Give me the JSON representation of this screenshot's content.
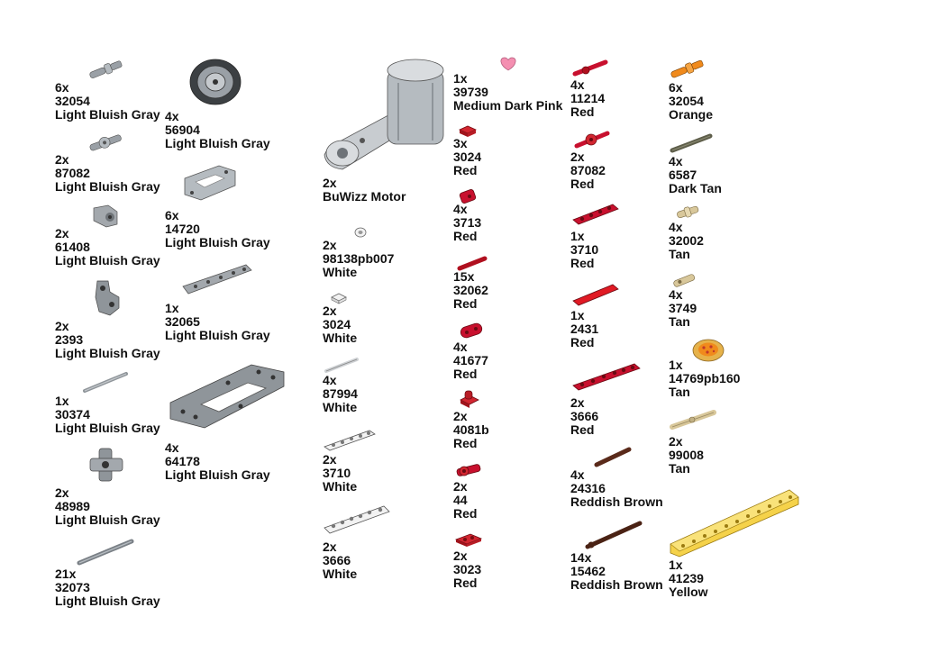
{
  "parts": [
    {
      "qty": "6x",
      "id": "32054",
      "color": "Light Bluish Gray",
      "icon": "pin-with-bush-icon"
    },
    {
      "qty": "2x",
      "id": "87082",
      "color": "Light Bluish Gray",
      "icon": "pin-with-hole-icon"
    },
    {
      "qty": "2x",
      "id": "61408",
      "color": "Light Bluish Gray",
      "icon": "connector-block-icon"
    },
    {
      "qty": "2x",
      "id": "2393",
      "color": "Light Bluish Gray",
      "icon": "steering-arm-icon"
    },
    {
      "qty": "1x",
      "id": "30374",
      "color": "Light Bluish Gray",
      "icon": "bar-icon"
    },
    {
      "qty": "2x",
      "id": "48989",
      "color": "Light Bluish Gray",
      "icon": "cross-connector-icon"
    },
    {
      "qty": "21x",
      "id": "32073",
      "color": "Light Bluish Gray",
      "icon": "axle-icon"
    },
    {
      "qty": "4x",
      "id": "56904",
      "color": "Light Bluish Gray",
      "icon": "wheel-icon"
    },
    {
      "qty": "6x",
      "id": "14720",
      "color": "Light Bluish Gray",
      "icon": "h-frame-icon"
    },
    {
      "qty": "1x",
      "id": "32065",
      "color": "Light Bluish Gray",
      "icon": "beam-icon"
    },
    {
      "qty": "4x",
      "id": "64178",
      "color": "Light Bluish Gray",
      "icon": "frame-icon"
    },
    {
      "qty": "2x",
      "id": "BuWizz Motor",
      "color": "",
      "icon": "motor-icon"
    },
    {
      "qty": "2x",
      "id": "98138pb007",
      "color": "White",
      "icon": "round-tile-icon"
    },
    {
      "qty": "2x",
      "id": "3024",
      "color": "White",
      "icon": "plate-icon"
    },
    {
      "qty": "4x",
      "id": "87994",
      "color": "White",
      "icon": "bar-icon"
    },
    {
      "qty": "2x",
      "id": "3710",
      "color": "White",
      "icon": "plate-icon"
    },
    {
      "qty": "2x",
      "id": "3666",
      "color": "White",
      "icon": "plate-icon"
    },
    {
      "qty": "1x",
      "id": "39739",
      "color": "Medium Dark Pink",
      "icon": "heart-icon"
    },
    {
      "qty": "3x",
      "id": "3024",
      "color": "Red",
      "icon": "plate-icon"
    },
    {
      "qty": "4x",
      "id": "3713",
      "color": "Red",
      "icon": "bush-icon"
    },
    {
      "qty": "15x",
      "id": "32062",
      "color": "Red",
      "icon": "axle-icon"
    },
    {
      "qty": "4x",
      "id": "41677",
      "color": "Red",
      "icon": "beam-icon"
    },
    {
      "qty": "2x",
      "id": "4081b",
      "color": "Red",
      "icon": "clip-plate-icon"
    },
    {
      "qty": "2x",
      "id": "44",
      "color": "Red",
      "icon": "connector-icon"
    },
    {
      "qty": "2x",
      "id": "3023",
      "color": "Red",
      "icon": "plate-icon"
    },
    {
      "qty": "4x",
      "id": "11214",
      "color": "Red",
      "icon": "pin-icon"
    },
    {
      "qty": "2x",
      "id": "87082",
      "color": "Red",
      "icon": "pin-with-hole-icon"
    },
    {
      "qty": "1x",
      "id": "3710",
      "color": "Red",
      "icon": "plate-icon"
    },
    {
      "qty": "1x",
      "id": "2431",
      "color": "Red",
      "icon": "tile-icon"
    },
    {
      "qty": "2x",
      "id": "3666",
      "color": "Red",
      "icon": "plate-icon"
    },
    {
      "qty": "4x",
      "id": "24316",
      "color": "Reddish Brown",
      "icon": "axle-icon"
    },
    {
      "qty": "14x",
      "id": "15462",
      "color": "Reddish Brown",
      "icon": "axle-icon"
    },
    {
      "qty": "6x",
      "id": "32054",
      "color": "Orange",
      "icon": "pin-with-bush-icon"
    },
    {
      "qty": "4x",
      "id": "6587",
      "color": "Dark Tan",
      "icon": "axle-icon"
    },
    {
      "qty": "4x",
      "id": "32002",
      "color": "Tan",
      "icon": "pin-icon"
    },
    {
      "qty": "4x",
      "id": "3749",
      "color": "Tan",
      "icon": "pin-icon"
    },
    {
      "qty": "1x",
      "id": "14769pb160",
      "color": "Tan",
      "icon": "round-tile-icon"
    },
    {
      "qty": "2x",
      "id": "99008",
      "color": "Tan",
      "icon": "axle-icon"
    },
    {
      "qty": "1x",
      "id": "41239",
      "color": "Yellow",
      "icon": "beam-icon"
    }
  ],
  "colors": {
    "light_bluish_gray": "#a3a8ad",
    "white": "#f2f2f2",
    "red": "#c8102e",
    "medium_dark_pink": "#f48fb1",
    "reddish_brown": "#5a2a1a",
    "orange": "#f08a1c",
    "dark_tan": "#6b6b55",
    "tan": "#d8c79a",
    "yellow": "#f5d24a"
  }
}
